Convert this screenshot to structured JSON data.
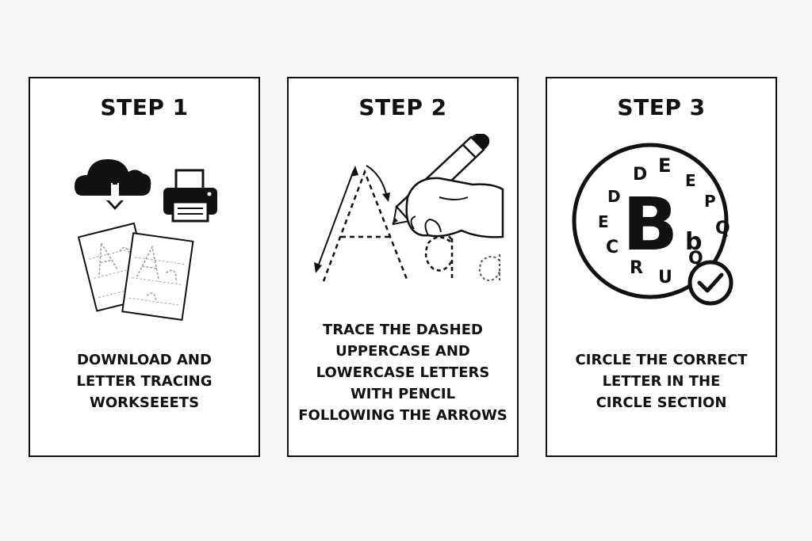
{
  "steps": [
    {
      "title": "STEP 1",
      "caption": [
        "DOWNLOAD AND",
        "LETTER TRACING",
        "WORKSEEETS"
      ],
      "icons": [
        "cloud-download-icon",
        "printer-icon",
        "worksheet-pages-icon"
      ]
    },
    {
      "title": "STEP 2",
      "caption": [
        "TRACE THE DASHED",
        "UPPERCASE AND",
        "LOWERCASE LETTERS",
        "WITH PENCIL",
        "FOLLOWING THE ARROWS"
      ],
      "icons": [
        "hand-pencil-icon",
        "dashed-letter-icon",
        "arrow-icon"
      ]
    },
    {
      "title": "STEP 3",
      "caption": [
        "CIRCLE THE CORRECT",
        "LETTER IN THE",
        "CIRCLE SECTION"
      ],
      "icons": [
        "letter-circle-icon",
        "checkmark-icon"
      ],
      "circle": {
        "main_letter": "B",
        "letters": [
          "D",
          "E",
          "E",
          "D",
          "P",
          "E",
          "C",
          "Q",
          "b",
          "Q",
          "R",
          "U"
        ]
      }
    }
  ]
}
